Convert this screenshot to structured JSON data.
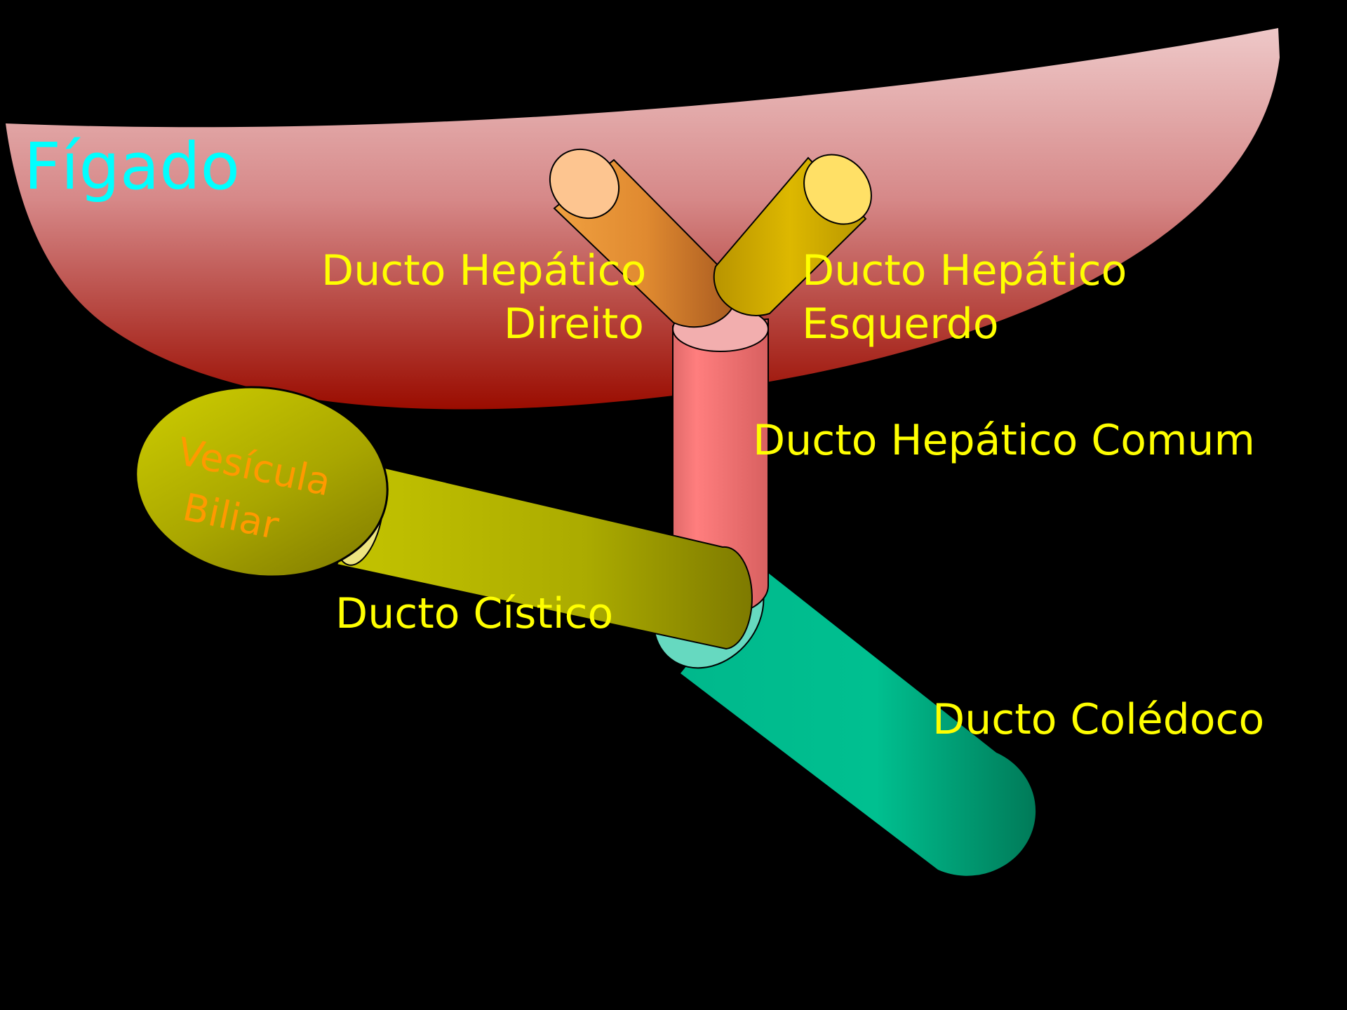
{
  "labels": {
    "liver": "Fígado",
    "right_hepatic_duct": [
      "Ducto Hepático",
      "Direito"
    ],
    "left_hepatic_duct": [
      "Ducto Hepático",
      "Esquerdo"
    ],
    "common_hepatic_duct": "Ducto Hepático Comum",
    "gallbladder": [
      "Vesícula",
      "Biliar"
    ],
    "cystic_duct": "Ducto Cístico",
    "common_bile_duct": "Ducto Colédoco"
  },
  "colors": {
    "background": "#000000",
    "label_text": "#FFFF00",
    "liver_label": "#00FFFF",
    "gallbladder_label": "#FF9900",
    "liver_top": "#E8BDBD",
    "liver_bottom": "#9A0C00",
    "right_hepatic_duct": "#E0802A",
    "left_hepatic_duct": "#D4AE00",
    "common_hepatic_duct": "#F07070",
    "gallbladder": "#B8B800",
    "cystic_duct": "#B8B800",
    "common_bile_duct": "#00C090"
  }
}
